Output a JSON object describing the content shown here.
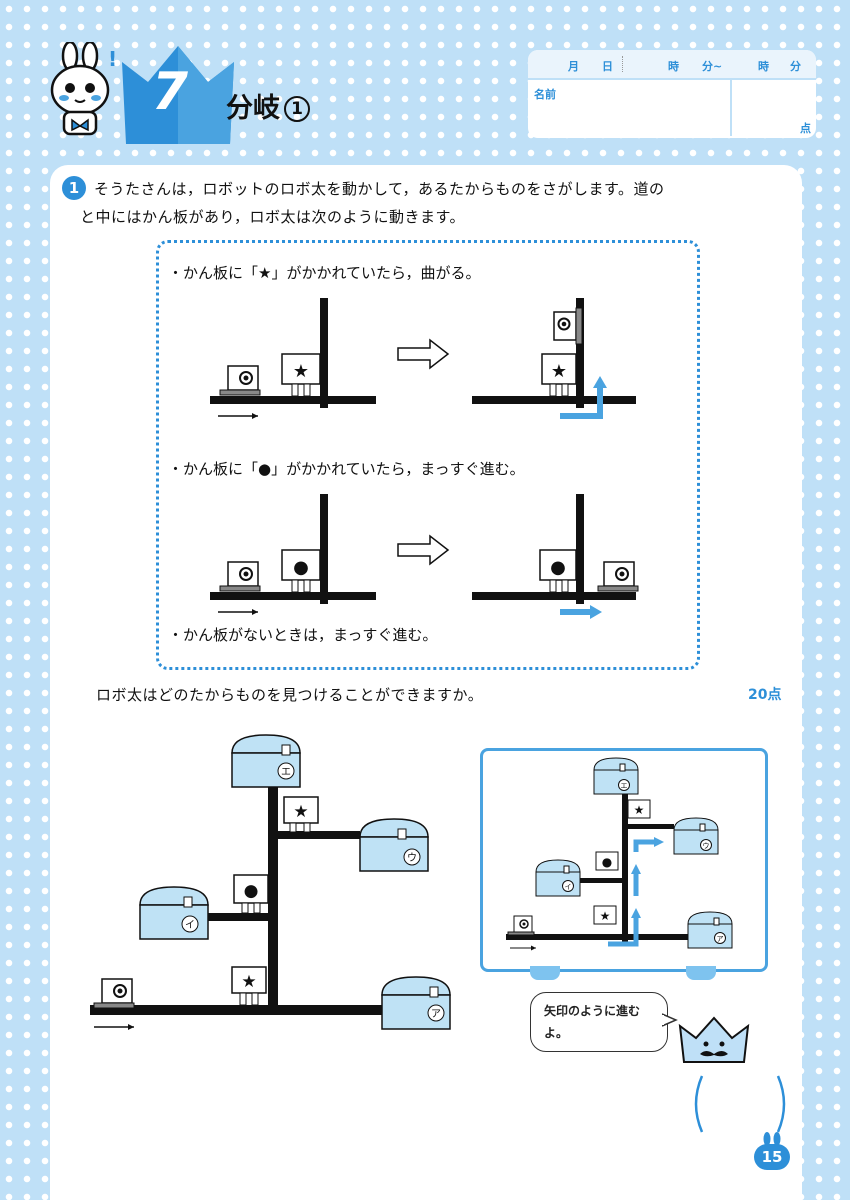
{
  "header": {
    "lesson_number": "7",
    "title": "分岐",
    "title_suffix": "1"
  },
  "info_box": {
    "month_label": "月",
    "day_label": "日",
    "hour_label": "時",
    "minute_label": "分~",
    "hour_label_end": "時",
    "minute_label_end": "分",
    "name_label": "名前",
    "score_label": "点"
  },
  "question": {
    "number": "1",
    "line1": "そうたさんは，ロボットのロボ太を動かして，あるたからものをさがします。道の",
    "line2": "と中にはかん板があり，ロボ太は次のように動きます。",
    "rule1": "・かん板に「★」がかかれていたら，曲がる。",
    "rule2": "・かん板に「●」がかかれていたら，まっすぐ進む。",
    "rule3": "・かん板がないときは，まっすぐ進む。",
    "prompt": "ロボ太はどのたからものを見つけることができますか。",
    "points": "20点"
  },
  "symbols": {
    "star": "★",
    "dot": "●"
  },
  "treasures": {
    "a": "ア",
    "i": "イ",
    "u": "ウ",
    "e": "エ"
  },
  "bubble": {
    "text": "矢印のように進むよ。"
  },
  "page_number": "15",
  "colors": {
    "accent": "#2d8fd8",
    "background": "#bfe0f7",
    "chest": "#bfe2f5",
    "arrow": "#4aa3e0"
  }
}
